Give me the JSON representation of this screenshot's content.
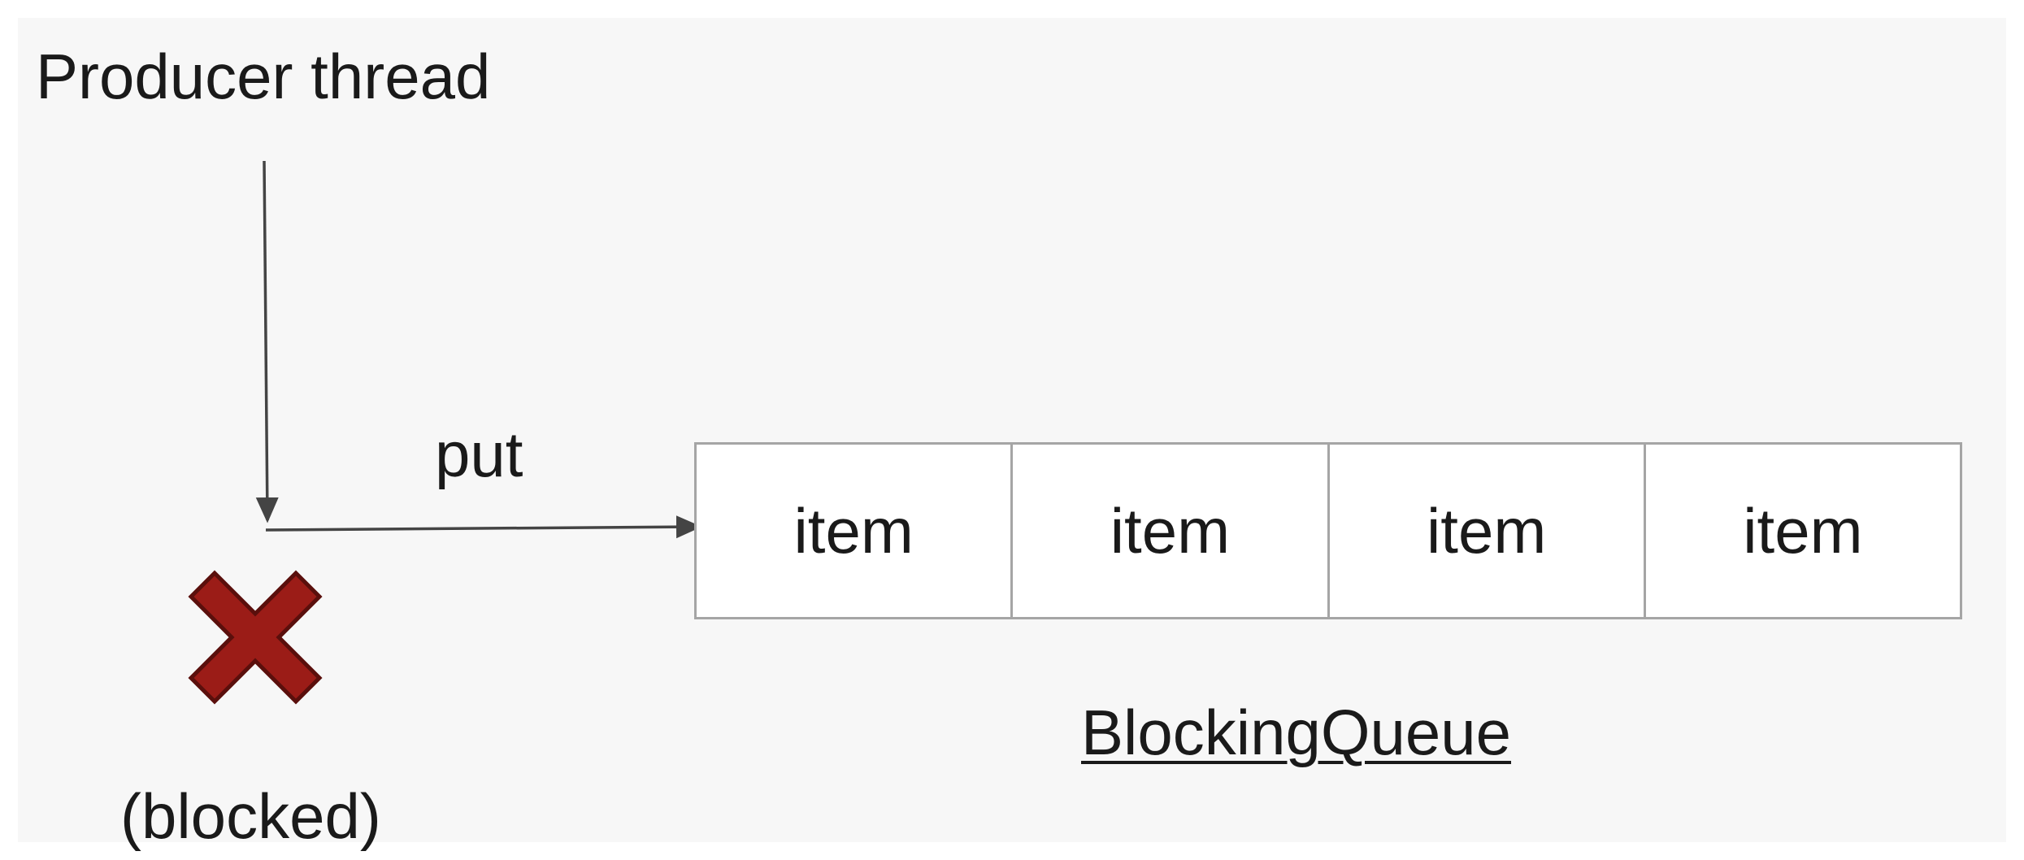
{
  "diagram": {
    "producer_label": "Producer thread",
    "put_label": "put",
    "blocked_label": "(blocked)",
    "queue_label": "BlockingQueue",
    "queue_items": [
      "item",
      "item",
      "item",
      "item"
    ],
    "icons": {
      "blocked": "x-mark-icon"
    },
    "colors": {
      "blocked_fill": "#9b1c17",
      "blocked_stroke": "#5a0f0c",
      "arrow": "#444444",
      "queue_border": "#a5a5a5"
    }
  }
}
